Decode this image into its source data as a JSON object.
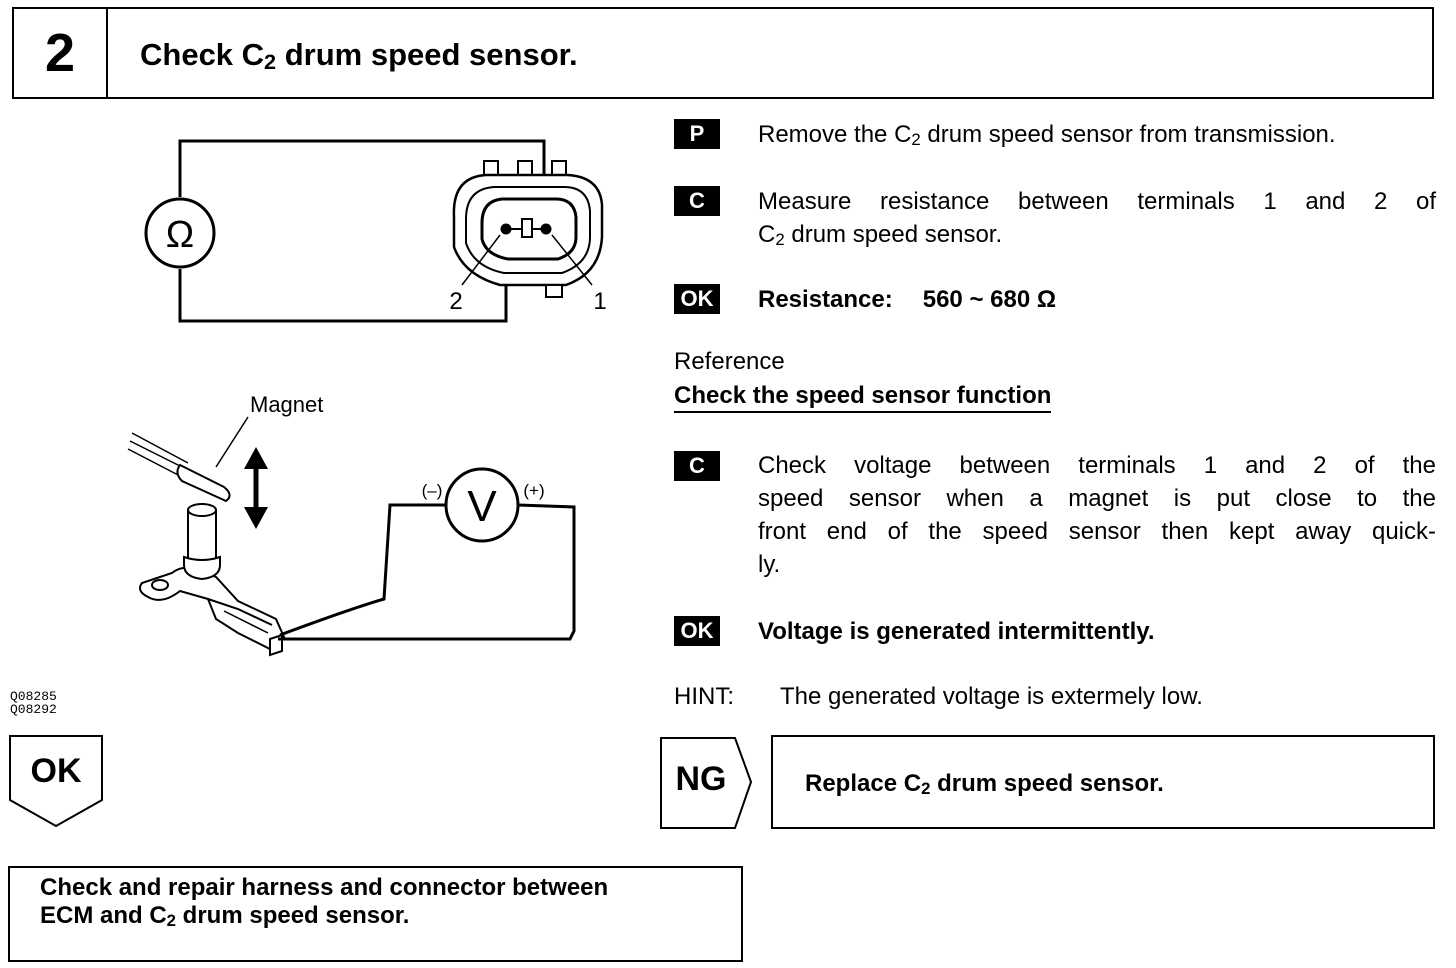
{
  "header": {
    "step_number": "2",
    "title_pre": "Check C",
    "title_sub": "2",
    "title_post": " drum speed sensor."
  },
  "diagram": {
    "ohmmeter_symbol": "Ω",
    "terminal_1": "1",
    "terminal_2": "2",
    "magnet_label": "Magnet",
    "voltmeter_symbol": "V",
    "minus_label": "(–)",
    "plus_label": "(+)",
    "figure_codes": [
      "Q08285",
      "Q08292"
    ],
    "icons": [
      "ohmmeter-icon",
      "connector-icon",
      "magnet-icon",
      "sensor-icon",
      "voltmeter-icon",
      "double-arrow-icon"
    ]
  },
  "instructions": {
    "step_p": {
      "badge": "P",
      "text_pre": "Remove the C",
      "text_sub": "2",
      "text_post": " drum speed sensor from transmission."
    },
    "step_c1": {
      "badge": "C",
      "line1": "Measure resistance between terminals 1 and 2 of",
      "line2_pre": "C",
      "line2_sub": "2",
      "line2_post": " drum speed sensor."
    },
    "ok1": {
      "badge": "OK",
      "label": "Resistance:",
      "value": "560 ~ 680 Ω"
    },
    "reference": {
      "label": "Reference",
      "heading": "Check the speed sensor function"
    },
    "step_c2": {
      "badge": "C",
      "lines": [
        "Check voltage between terminals 1 and 2 of the",
        "speed sensor when a magnet is put close to the",
        "front end of the speed sensor then kept away quick-",
        "ly."
      ]
    },
    "ok2": {
      "badge": "OK",
      "text": "Voltage is generated intermittently."
    },
    "hint": {
      "label": "HINT:",
      "text": "The generated voltage is extermely low."
    }
  },
  "flow": {
    "ok_label": "OK",
    "ok_action_line1": "Check and repair harness and connector between",
    "ok_action_line2_pre": "ECM and C",
    "ok_action_line2_sub": "2",
    "ok_action_line2_post": " drum speed sensor.",
    "ng_label": "NG",
    "ng_action_pre": "Replace C",
    "ng_action_sub": "2",
    "ng_action_post": " drum speed sensor."
  }
}
